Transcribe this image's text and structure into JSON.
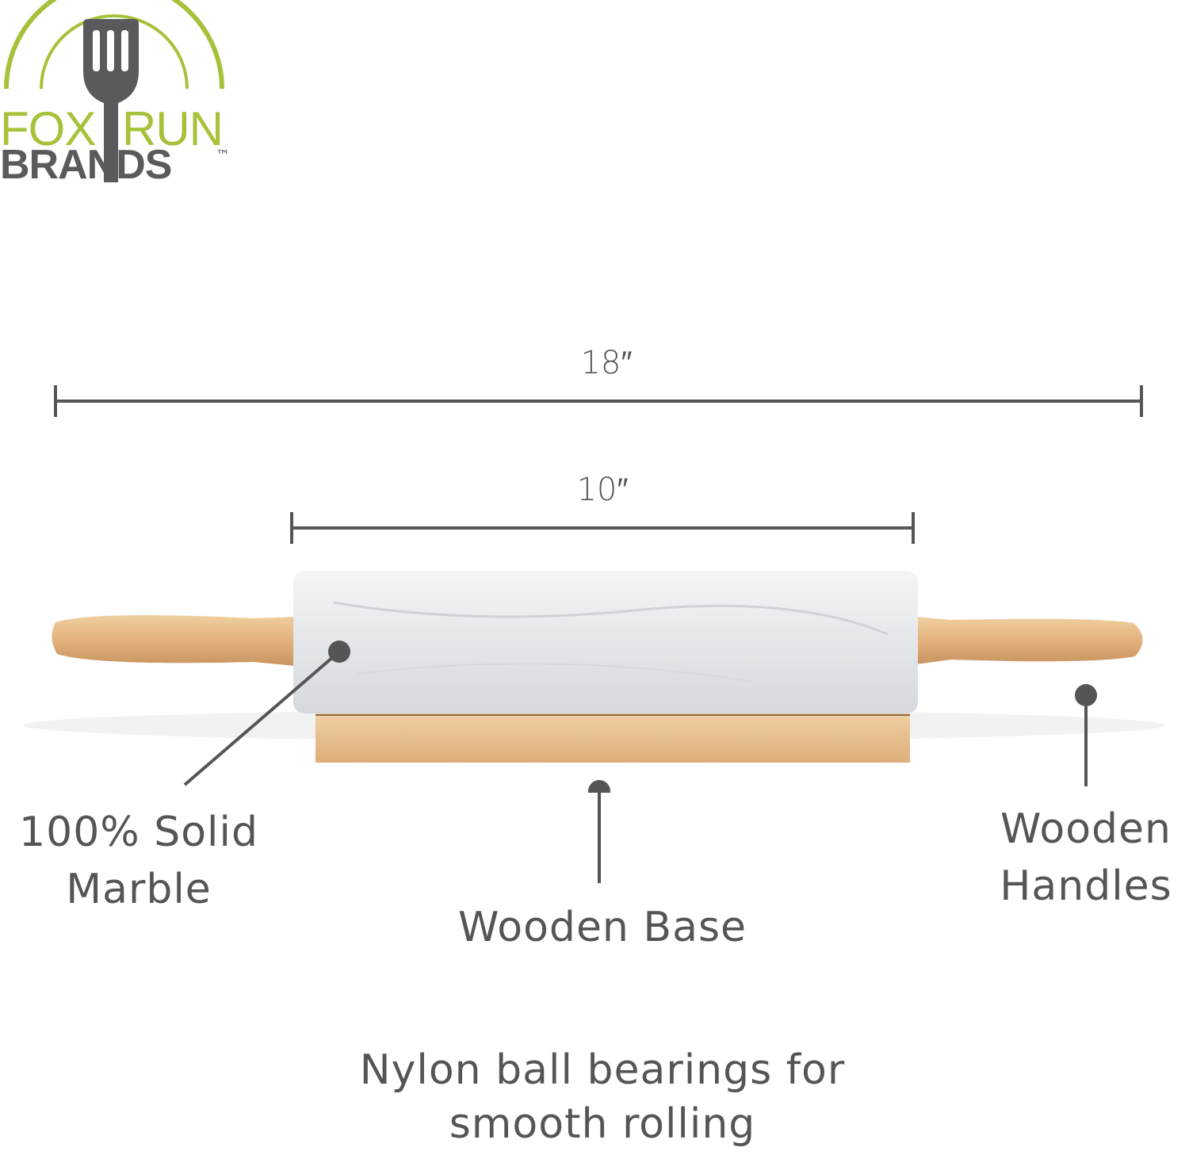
{
  "logo": {
    "line1_left": "FOX",
    "line1_right": "RUN",
    "line2": "BRANDS",
    "trademark": "™",
    "icon": "slotted-spatula-icon",
    "colors": {
      "green": "#a6c23a",
      "gray": "#5a5a5c"
    }
  },
  "dimensions": {
    "overall_length": "18″",
    "barrel_length": "10″"
  },
  "callouts": {
    "marble": {
      "line1": "100% Solid",
      "line2": "Marble"
    },
    "base": {
      "line1": "Wooden Base"
    },
    "handles": {
      "line1": "Wooden",
      "line2": "Handles"
    }
  },
  "feature_text": {
    "line1": "Nylon ball bearings for",
    "line2": "smooth rolling"
  },
  "colors": {
    "text": "#555557",
    "wood": "#e2b27c",
    "marble": "#e9ebee"
  }
}
